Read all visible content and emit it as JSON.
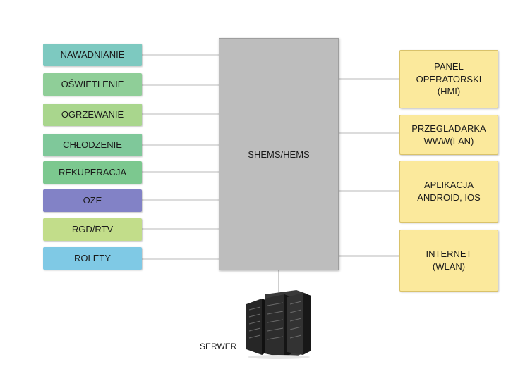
{
  "hub": {
    "label": "SHEMS/HEMS"
  },
  "left_items": [
    {
      "label": "NAWADNIANIE",
      "color": "#7dc9c0"
    },
    {
      "label": "OŚWIETLENIE",
      "color": "#8fce98"
    },
    {
      "label": "OGRZEWANIE",
      "color": "#a9d68d"
    },
    {
      "label": "CHŁODZENIE",
      "color": "#7fc89a"
    },
    {
      "label": "REKUPERACJA",
      "color": "#7cc88f"
    },
    {
      "label": "OZE",
      "color": "#8282c6"
    },
    {
      "label": "RGD/RTV",
      "color": "#c2dd8a"
    },
    {
      "label": "ROLETY",
      "color": "#7fc9e5"
    }
  ],
  "right_items": [
    {
      "lines": [
        "PANEL",
        "OPERATORSKI",
        "(HMI)"
      ]
    },
    {
      "lines": [
        "PRZEGLADARKA",
        "WWW(LAN)"
      ]
    },
    {
      "lines": [
        "APLIKACJA",
        "ANDROID, IOS"
      ]
    },
    {
      "lines": [
        "INTERNET",
        "(WLAN)"
      ]
    }
  ],
  "server": {
    "label": "SERWER",
    "icon": "server-rack-icon"
  }
}
